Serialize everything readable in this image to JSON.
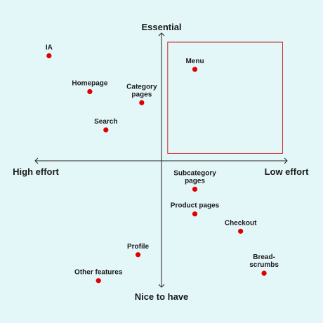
{
  "chart_data": {
    "type": "scatter",
    "title": "",
    "axis_labels": {
      "top": "Essential",
      "bottom": "Nice to have",
      "left": "High effort",
      "right": "Low effort"
    },
    "xlim": [
      -1,
      1
    ],
    "ylim": [
      -1,
      1
    ],
    "grid": false,
    "highlight_region": {
      "quadrant": "top-right",
      "x": [
        0.05,
        0.98
      ],
      "y": [
        0.06,
        0.96
      ],
      "stroke": "#cc2b2b"
    },
    "point_color": "#e00000",
    "axis_color": "#222222",
    "background": "#e3f6f8",
    "points": [
      {
        "label": [
          "IA"
        ],
        "x": -0.91,
        "y": 0.85
      },
      {
        "label": [
          "Homepage"
        ],
        "x": -0.58,
        "y": 0.56
      },
      {
        "label": [
          "Category",
          "pages"
        ],
        "x": -0.16,
        "y": 0.47
      },
      {
        "label": [
          "Search"
        ],
        "x": -0.45,
        "y": 0.25
      },
      {
        "label": [
          "Menu"
        ],
        "x": 0.27,
        "y": 0.74
      },
      {
        "label": [
          "Subcategory",
          "pages"
        ],
        "x": 0.27,
        "y": -0.23
      },
      {
        "label": [
          "Product pages"
        ],
        "x": 0.27,
        "y": -0.43
      },
      {
        "label": [
          "Checkout"
        ],
        "x": 0.64,
        "y": -0.57
      },
      {
        "label": [
          "Bread-",
          "scrumbs"
        ],
        "x": 0.83,
        "y": -0.91
      },
      {
        "label": [
          "Profile"
        ],
        "x": -0.19,
        "y": -0.76
      },
      {
        "label": [
          "Other features"
        ],
        "x": -0.51,
        "y": -0.97
      }
    ]
  }
}
